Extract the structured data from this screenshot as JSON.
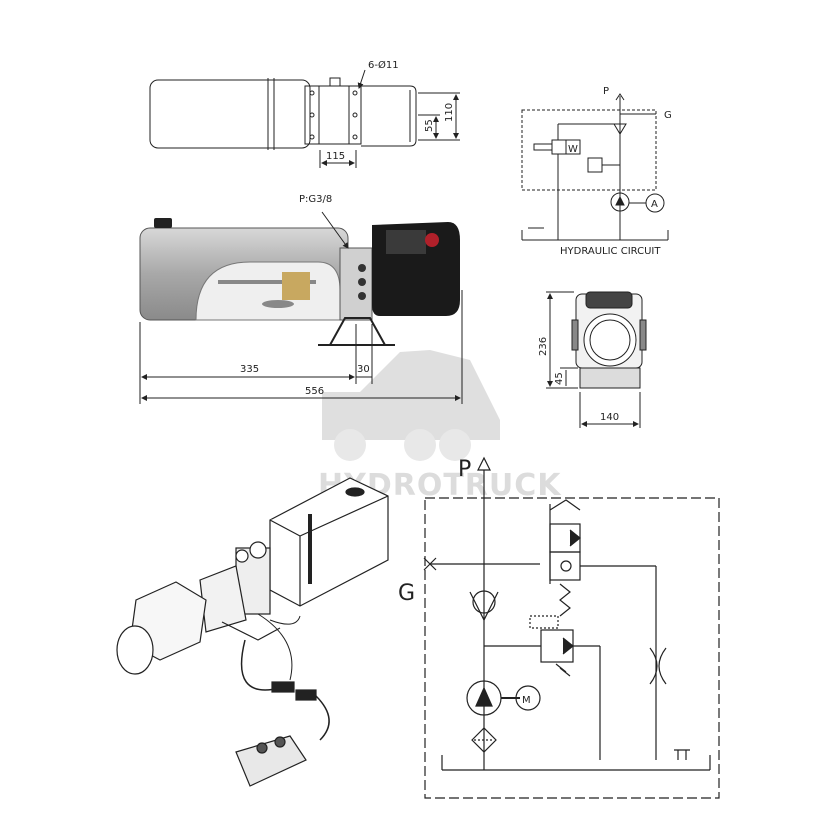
{
  "watermark": {
    "brand": "HYDROTRUCK"
  },
  "top_view": {
    "holes_label": "6-Ø11",
    "dim_width": "115",
    "dim_55": "55",
    "dim_110": "110"
  },
  "side_view": {
    "port_label": "P:G3/8",
    "dim_335": "335",
    "dim_30": "30",
    "dim_556": "556"
  },
  "end_view": {
    "dim_236": "236",
    "dim_45": "45",
    "dim_140": "140"
  },
  "small_circuit": {
    "label_p": "P",
    "label_g": "G",
    "label_w": "W",
    "label_a": "A",
    "caption": "HYDRAULIC CIRCUIT"
  },
  "large_circuit": {
    "label_p": "P",
    "label_g": "G",
    "label_m": "M"
  },
  "colors": {
    "line": "#222222",
    "fill_dark": "#1a1a1a",
    "fill_tank": "#b9b9b9",
    "watermark": "#d9d9d9",
    "accent_red": "#b0202a"
  }
}
